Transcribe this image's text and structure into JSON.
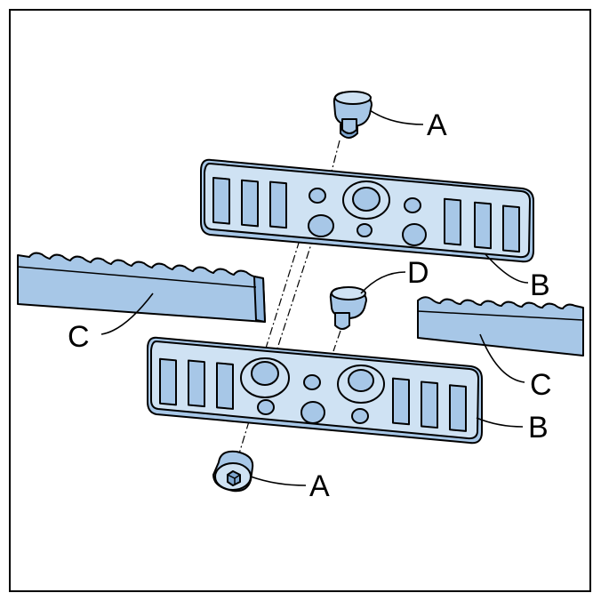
{
  "labels": {
    "screw": "A",
    "plate": "B",
    "rail": "C",
    "pin": "D"
  },
  "colors": {
    "part_fill": "#a7c7e7",
    "part_light": "#cfe2f3",
    "part_dark": "#7ea6cf",
    "outline": "#000000",
    "frame": "#000000",
    "background": "#ffffff"
  }
}
